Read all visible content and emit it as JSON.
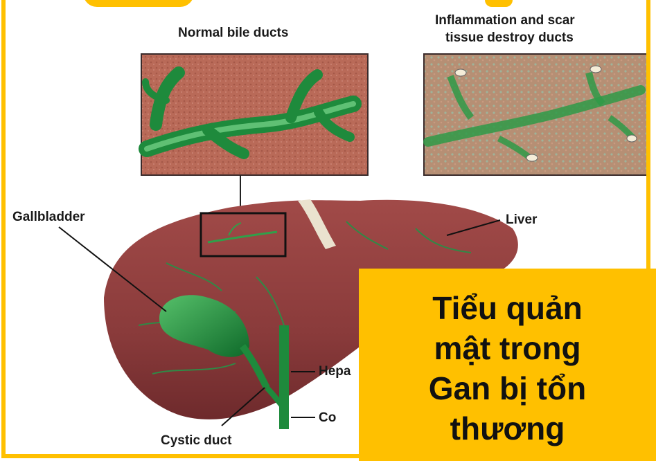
{
  "labels": {
    "normal": "Normal bile ducts",
    "inflamed_line1": "Inflammation and scar",
    "inflamed_line2": "tissue destroy ducts",
    "gallbladder": "Gallbladder",
    "liver": "Liver",
    "hepatic": "Hepa",
    "common": "Co",
    "cystic": "Cystic duct"
  },
  "callout": {
    "line1": "Tiểu quản",
    "line2": "mật trong",
    "line3": "Gan bị tổn",
    "line4": "thương"
  },
  "colors": {
    "accent": "#ffc000",
    "duct": "#1e8a3c",
    "liver": "#8f3a3a",
    "tissue": "#b86a5a"
  }
}
